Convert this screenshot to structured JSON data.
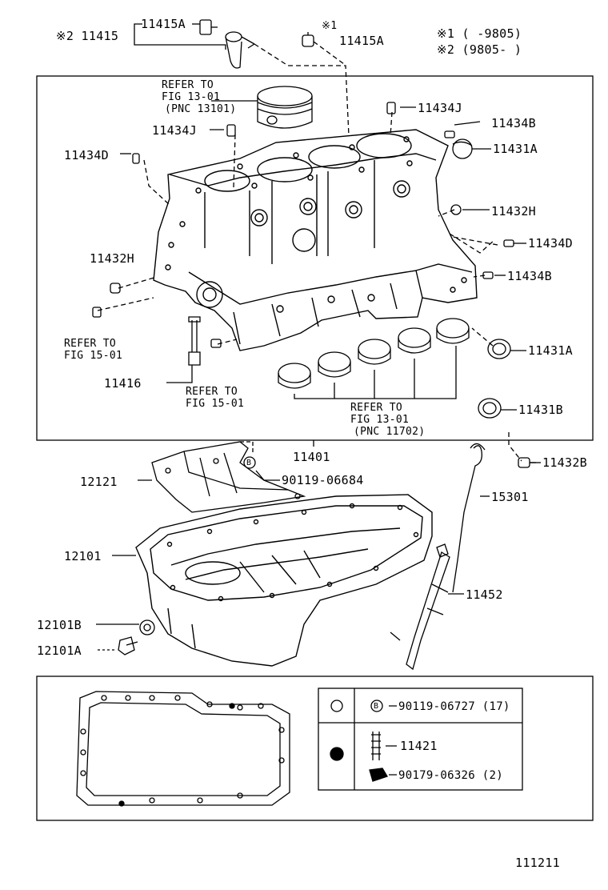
{
  "legend": {
    "note1": "※1 (    -9805)",
    "note2": "※2 (9805-    )",
    "asterisk_mark": "※1"
  },
  "parts": {
    "p11415_prefix": "※2 11415",
    "p11415A_top": "11415A",
    "p11415A": "11415A",
    "p11434J_a": "11434J",
    "p11434J_b": "11434J",
    "p11434B_a": "11434B",
    "p11434B_b": "11434B",
    "p11431A_a": "11431A",
    "p11431A_b": "11431A",
    "p11431B": "11431B",
    "p11432H_a": "11432H",
    "p11432H_b": "11432H",
    "p11432B": "11432B",
    "p11434D_a": "11434D",
    "p11434D_b": "11434D",
    "p11416": "11416",
    "p11401": "11401",
    "p12121": "12121",
    "p12101": "12101",
    "p12101B": "12101B",
    "p12101A": "12101A",
    "p15301": "15301",
    "p11452": "11452",
    "p90119_06684": "90119-06684",
    "bolt_mark": "B"
  },
  "refs": {
    "piston_1": "REFER TO",
    "piston_2": "FIG 13-01",
    "piston_3": "(PNC 13101)",
    "left_1": "REFER TO",
    "left_2": "FIG 15-01",
    "mid_1": "REFER TO",
    "mid_2": "FIG 15-01",
    "bearing_1": "REFER TO",
    "bearing_2": "FIG 13-01",
    "bearing_3": "(PNC 11702)"
  },
  "table": {
    "row1_mark": "B",
    "row1_part": "90119-06727 (17)",
    "row2_part_a": "11421",
    "row2_part_b": "90179-06326 (2)"
  },
  "figure_number": "111211"
}
